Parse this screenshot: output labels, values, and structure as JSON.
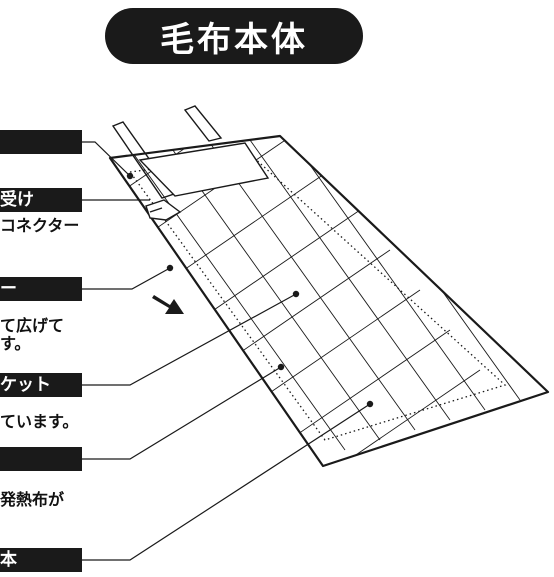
{
  "title": "毛布本体",
  "labels": {
    "part1": "",
    "part2": "受け",
    "part3": "ー",
    "part4": "ケット",
    "part5": "",
    "part6": "本"
  },
  "notes": {
    "connector": "コネクター",
    "spread_line1": "て広げて",
    "spread_line2": "す。",
    "pocket_note": "ています。",
    "heat_cloth": "発熱布が"
  },
  "colors": {
    "pill_background": "#1a1a1a",
    "label_background": "#1a1a1a",
    "line": "#1a1a1a"
  },
  "icons": {
    "direction_arrow": "arrow-down-right"
  }
}
